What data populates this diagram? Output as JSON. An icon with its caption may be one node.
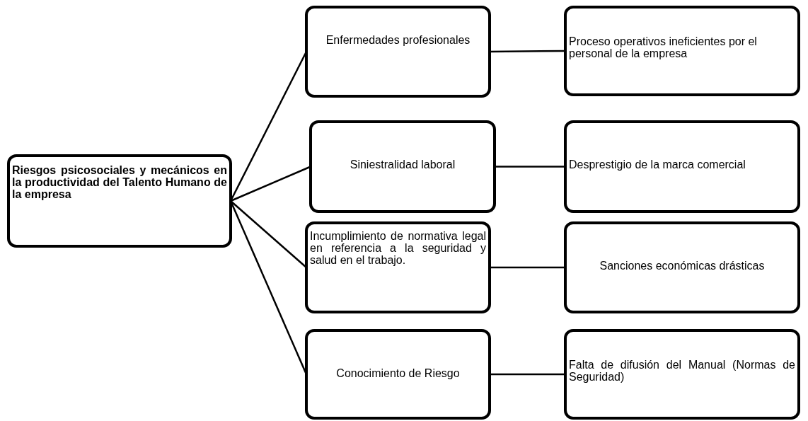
{
  "diagram": {
    "nodes": [
      {
        "text": [
          "Riesgos psicosociales y mecánicos en la productividad del Talento Humano de la empresa"
        ]
      },
      {
        "text": [
          "Enfermedades profesionales"
        ]
      },
      {
        "text": [
          "Proceso operativos ineficientes por el personal de la empresa"
        ]
      },
      {
        "text": [
          "Siniestralidad laboral"
        ]
      },
      {
        "text": [
          "Desprestigio de la marca comercial"
        ]
      },
      {
        "text": [
          "Incumplimiento de normativa legal en referencia a la seguridad y salud en el trabajo."
        ]
      },
      {
        "text": [
          "Sanciones económicas drásticas"
        ]
      },
      {
        "text": [
          "Conocimiento de Riesgo"
        ]
      },
      {
        "text": [
          "Falta de difusión del Manual (Normas de Seguridad)"
        ]
      }
    ],
    "edges": [
      {
        "from": 0,
        "to": 1,
        "arrow": "none"
      },
      {
        "from": 0,
        "to": 3,
        "arrow": "none"
      },
      {
        "from": 0,
        "to": 5,
        "arrow": "none"
      },
      {
        "from": 0,
        "to": 7,
        "arrow": "none"
      },
      {
        "from": 1,
        "to": 2,
        "arrow": "none"
      },
      {
        "from": 3,
        "to": 4,
        "arrow": "none"
      },
      {
        "from": 5,
        "to": 6,
        "arrow": "none"
      },
      {
        "from": 7,
        "to": 8,
        "arrow": "none"
      }
    ]
  }
}
